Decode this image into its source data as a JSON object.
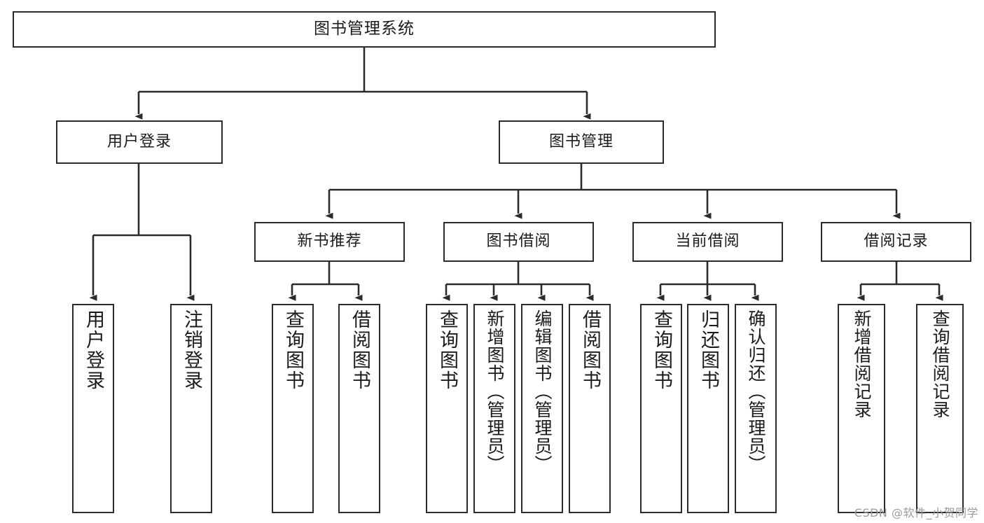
{
  "diagram": {
    "title": "图书管理系统",
    "type": "tree",
    "watermark": "CSDN @软件_小贺同学",
    "colors": {
      "border": "#2b2b2b",
      "background": "#ffffff",
      "text": "#1b1b1b",
      "edge": "#2b2b2b",
      "watermark": "#9b9b9b"
    },
    "root": {
      "label": "图书管理系统"
    },
    "level2": [
      {
        "label": "用户登录"
      },
      {
        "label": "图书管理"
      }
    ],
    "level3": [
      {
        "label": "新书推荐"
      },
      {
        "label": "图书借阅"
      },
      {
        "label": "当前借阅"
      },
      {
        "label": "借阅记录"
      }
    ],
    "leaves": {
      "user_login": [
        {
          "label": "用户登录"
        },
        {
          "label": "注销登录"
        }
      ],
      "new_book_recommend": [
        {
          "label": "查询图书"
        },
        {
          "label": "借阅图书"
        }
      ],
      "book_borrow": [
        {
          "label": "查询图书"
        },
        {
          "label": "新增图书（管理员）"
        },
        {
          "label": "编辑图书（管理员）"
        },
        {
          "label": "借阅图书"
        }
      ],
      "current_borrow": [
        {
          "label": "查询图书"
        },
        {
          "label": "归还图书"
        },
        {
          "label": "确认归还（管理员）"
        }
      ],
      "borrow_record": [
        {
          "label": "新增借阅记录"
        },
        {
          "label": "查询借阅记录"
        }
      ]
    }
  }
}
